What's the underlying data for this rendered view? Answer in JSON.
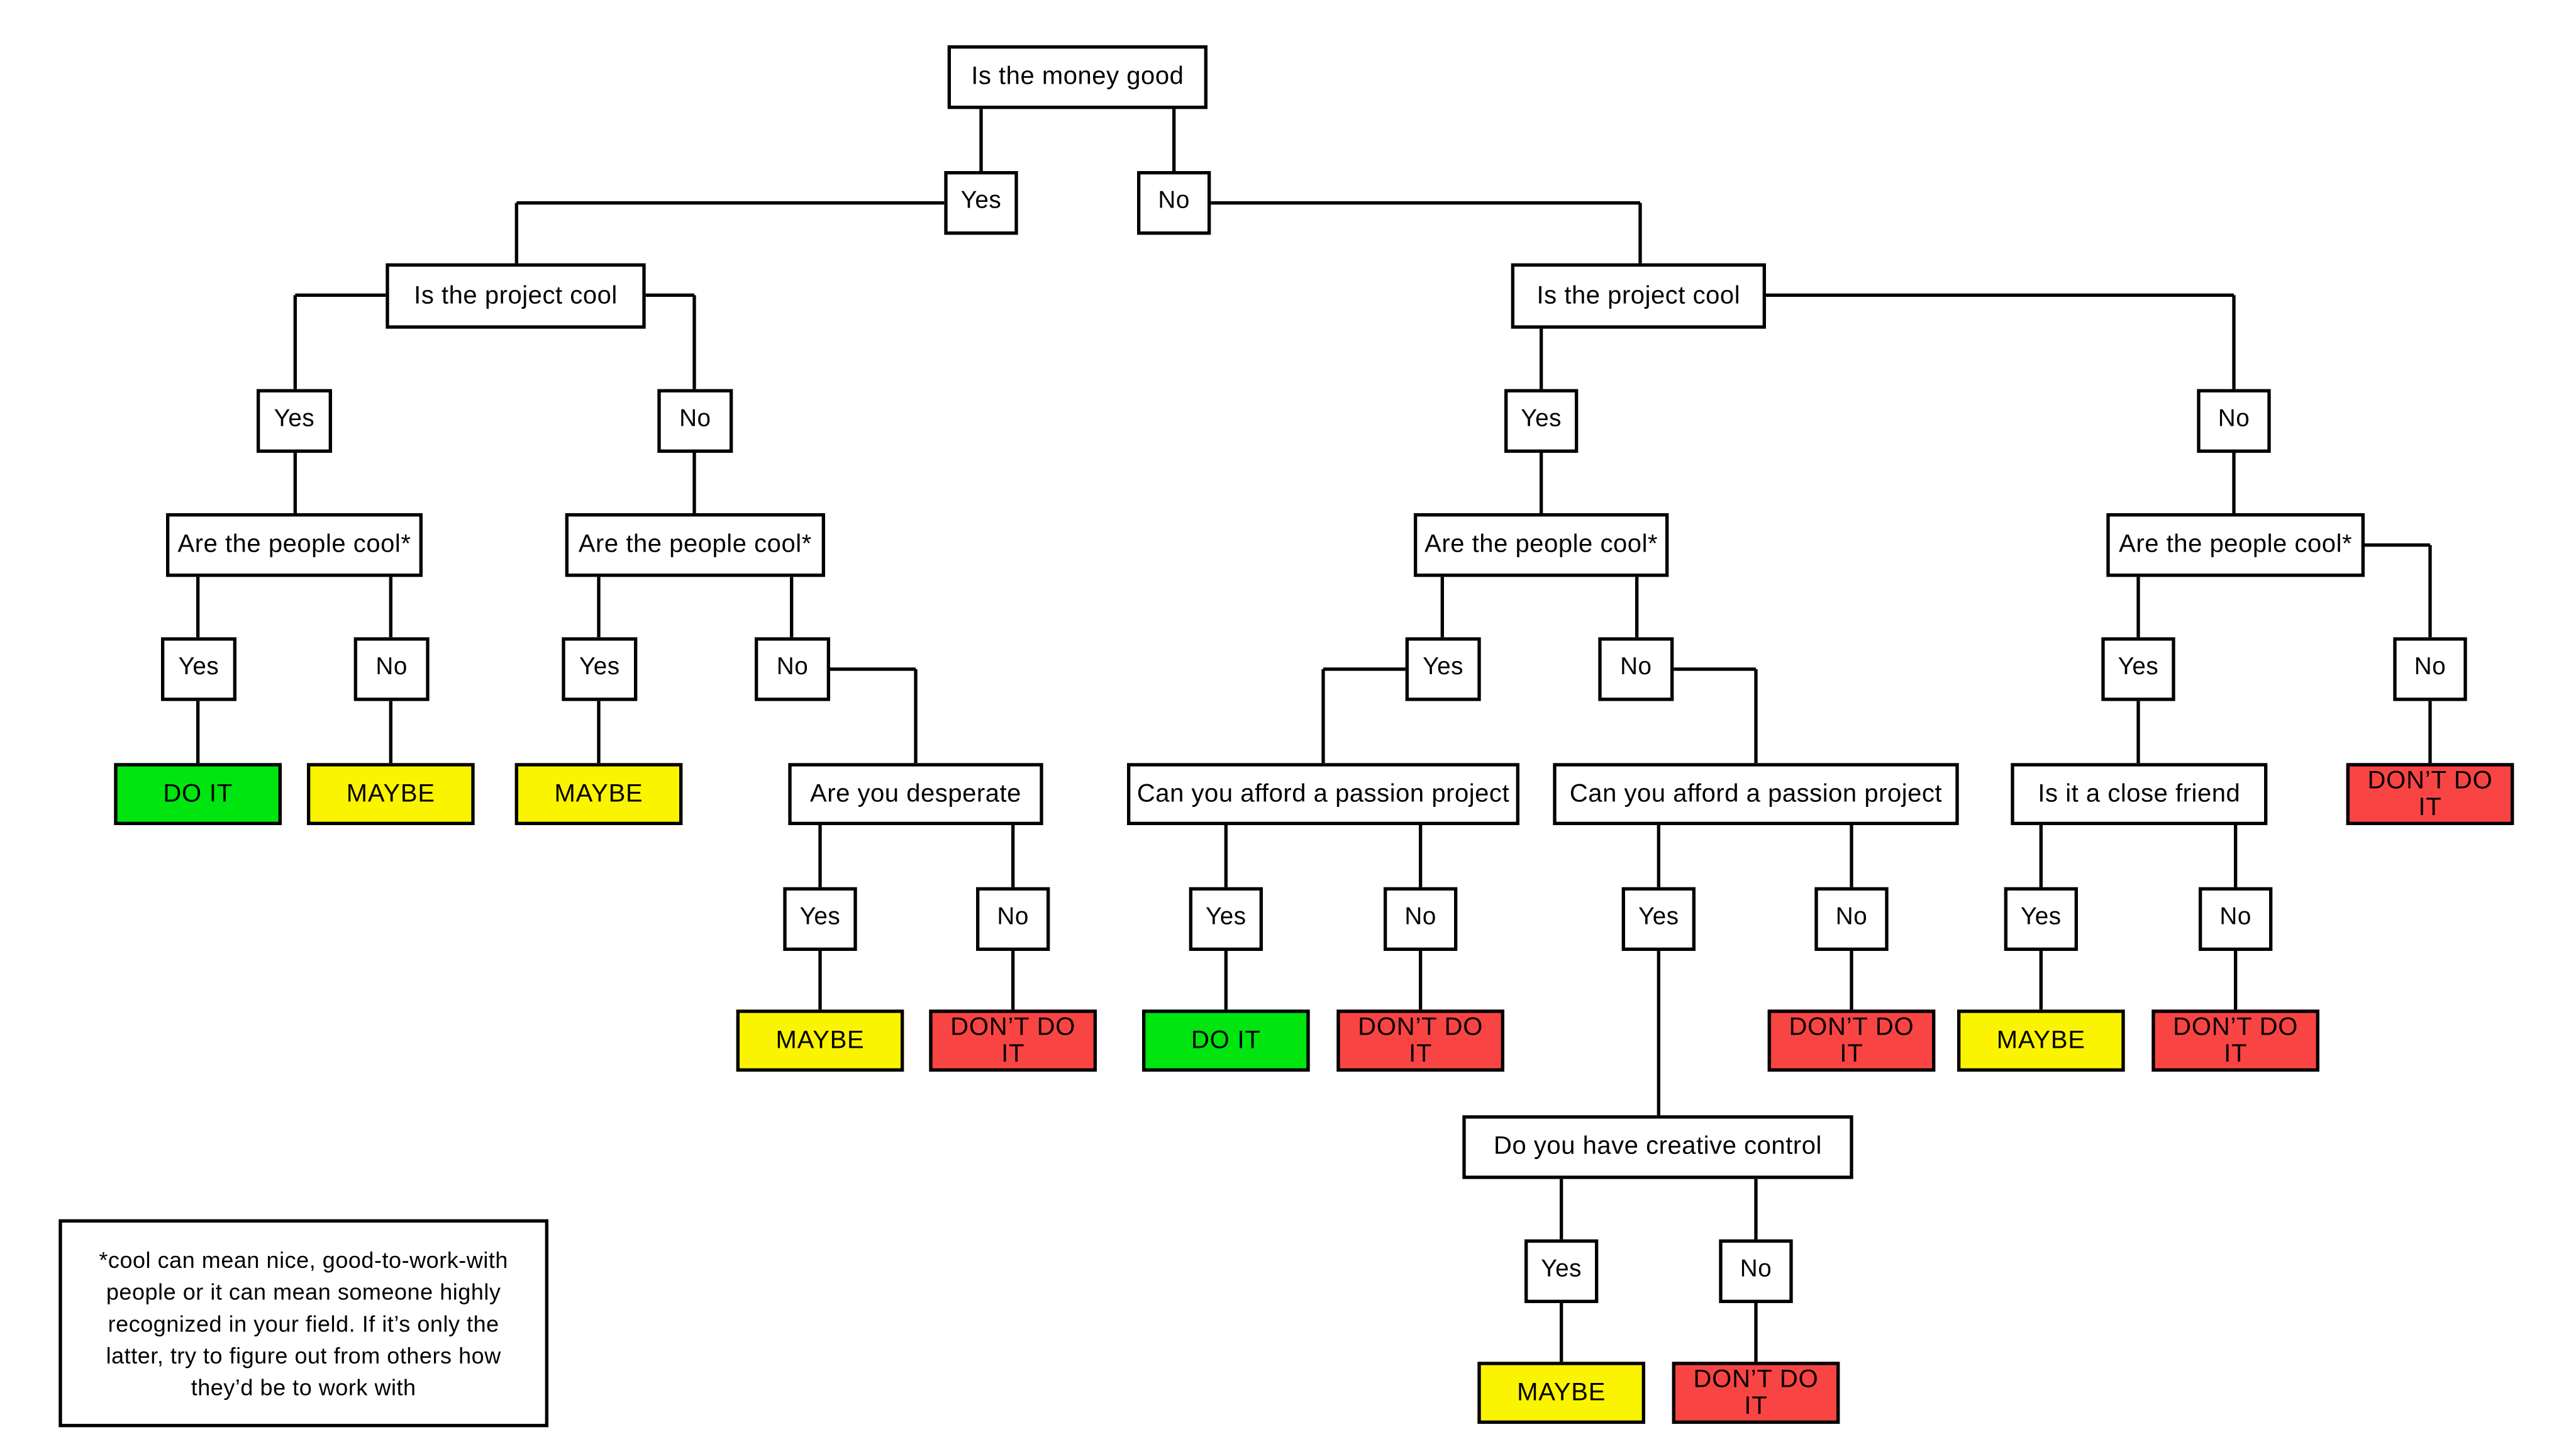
{
  "colors": {
    "do_it": "#00E410",
    "maybe": "#FBF400",
    "dont_do_it": "#F94444",
    "box_fill": "#FFFFFF",
    "box_border": "#000000",
    "line": "#000000",
    "text": "#000000",
    "background": "#FFFFFF"
  },
  "diagram": {
    "title": "Is the money good decision tree",
    "nodes": [
      {
        "id": "money",
        "kind": "question",
        "label": "Is the money good"
      },
      {
        "id": "yes1",
        "kind": "answer",
        "label": "Yes"
      },
      {
        "id": "no1",
        "kind": "answer",
        "label": "No"
      },
      {
        "id": "projL",
        "kind": "question",
        "label": "Is the project cool"
      },
      {
        "id": "projR",
        "kind": "question",
        "label": "Is the project cool"
      },
      {
        "id": "yesL2",
        "kind": "answer",
        "label": "Yes"
      },
      {
        "id": "noL2",
        "kind": "answer",
        "label": "No"
      },
      {
        "id": "yesR2",
        "kind": "answer",
        "label": "Yes"
      },
      {
        "id": "noR2",
        "kind": "answer",
        "label": "No"
      },
      {
        "id": "peopleA",
        "kind": "question",
        "label": "Are the people cool*"
      },
      {
        "id": "peopleB",
        "kind": "question",
        "label": "Are the people cool*"
      },
      {
        "id": "peopleC",
        "kind": "question",
        "label": "Are the people cool*"
      },
      {
        "id": "peopleD",
        "kind": "question",
        "label": "Are the people cool*"
      },
      {
        "id": "yesA",
        "kind": "answer",
        "label": "Yes"
      },
      {
        "id": "noA",
        "kind": "answer",
        "label": "No"
      },
      {
        "id": "yesB",
        "kind": "answer",
        "label": "Yes"
      },
      {
        "id": "noB",
        "kind": "answer",
        "label": "No"
      },
      {
        "id": "yesC",
        "kind": "answer",
        "label": "Yes"
      },
      {
        "id": "noC",
        "kind": "answer",
        "label": "No"
      },
      {
        "id": "yesD",
        "kind": "answer",
        "label": "Yes"
      },
      {
        "id": "noD",
        "kind": "answer",
        "label": "No"
      },
      {
        "id": "doit1",
        "kind": "outcome",
        "outcome": "do_it",
        "label": "DO IT"
      },
      {
        "id": "maybe1",
        "kind": "outcome",
        "outcome": "maybe",
        "label": "MAYBE"
      },
      {
        "id": "maybe2",
        "kind": "outcome",
        "outcome": "maybe",
        "label": "MAYBE"
      },
      {
        "id": "desperate",
        "kind": "question",
        "label": "Are you desperate"
      },
      {
        "id": "passion1",
        "kind": "question",
        "label": "Can you afford a passion project"
      },
      {
        "id": "passion2",
        "kind": "question",
        "label": "Can you afford a passion project"
      },
      {
        "id": "friend",
        "kind": "question",
        "label": "Is it a close friend"
      },
      {
        "id": "dont1",
        "kind": "outcome",
        "outcome": "dont_do_it",
        "label": "DON’T DO IT"
      },
      {
        "id": "yesDesp",
        "kind": "answer",
        "label": "Yes"
      },
      {
        "id": "noDesp",
        "kind": "answer",
        "label": "No"
      },
      {
        "id": "yesP1",
        "kind": "answer",
        "label": "Yes"
      },
      {
        "id": "noP1",
        "kind": "answer",
        "label": "No"
      },
      {
        "id": "yesP2",
        "kind": "answer",
        "label": "Yes"
      },
      {
        "id": "noP2",
        "kind": "answer",
        "label": "No"
      },
      {
        "id": "yesF",
        "kind": "answer",
        "label": "Yes"
      },
      {
        "id": "noF",
        "kind": "answer",
        "label": "No"
      },
      {
        "id": "maybe3",
        "kind": "outcome",
        "outcome": "maybe",
        "label": "MAYBE"
      },
      {
        "id": "dont2",
        "kind": "outcome",
        "outcome": "dont_do_it",
        "label": "DON’T DO IT"
      },
      {
        "id": "doit2",
        "kind": "outcome",
        "outcome": "do_it",
        "label": "DO IT"
      },
      {
        "id": "dont3",
        "kind": "outcome",
        "outcome": "dont_do_it",
        "label": "DON’T DO IT"
      },
      {
        "id": "dont4",
        "kind": "outcome",
        "outcome": "dont_do_it",
        "label": "DON’T DO IT"
      },
      {
        "id": "maybe4",
        "kind": "outcome",
        "outcome": "maybe",
        "label": "MAYBE"
      },
      {
        "id": "dont5",
        "kind": "outcome",
        "outcome": "dont_do_it",
        "label": "DON’T DO IT"
      },
      {
        "id": "creative",
        "kind": "question",
        "label": "Do you have creative control"
      },
      {
        "id": "yesCr",
        "kind": "answer",
        "label": "Yes"
      },
      {
        "id": "noCr",
        "kind": "answer",
        "label": "No"
      },
      {
        "id": "maybe5",
        "kind": "outcome",
        "outcome": "maybe",
        "label": "MAYBE"
      },
      {
        "id": "dont6",
        "kind": "outcome",
        "outcome": "dont_do_it",
        "label": "DON’T DO IT"
      }
    ],
    "footnote": "*cool can mean nice, good-to-work-with\npeople or it can mean someone highly\nrecognized in your field. If it’s only the\nlatter, try to figure out from others how\nthey’d be to work with"
  }
}
